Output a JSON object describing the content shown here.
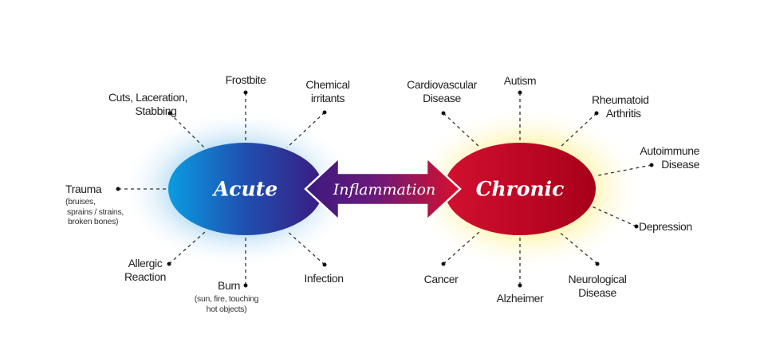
{
  "acute": {
    "title": "Acute",
    "causes": {
      "frostbite": "Frostbite",
      "chemical": [
        "Chemical",
        "irritants"
      ],
      "cuts": [
        "Cuts, Laceration,",
        "Stabbing"
      ],
      "trauma": "Trauma",
      "trauma_sub": [
        "(bruises,",
        "sprains / strains,",
        "broken bones)"
      ],
      "allergic": [
        "Allergic",
        "Reaction"
      ],
      "burn": "Burn",
      "burn_sub": [
        "(sun, fire, touching",
        "hot objects)"
      ],
      "infection": "Infection"
    }
  },
  "link": {
    "label": "Inflammation"
  },
  "chronic": {
    "title": "Chronic",
    "conditions": {
      "cardio": [
        "Cardiovascular",
        "Disease"
      ],
      "autism": "Autism",
      "rheumatoid": [
        "Rheumatoid",
        "Arthritis"
      ],
      "autoimmune": [
        "Autoimmune",
        "Disease"
      ],
      "depression": "Depression",
      "neuro": [
        "Neurological",
        "Disease"
      ],
      "alzheimer": "Alzheimer",
      "cancer": "Cancer"
    }
  },
  "colors": {
    "acute": "#1a6fd0",
    "chronic": "#c8102e",
    "arrow_mid": "#5a1a8a"
  }
}
